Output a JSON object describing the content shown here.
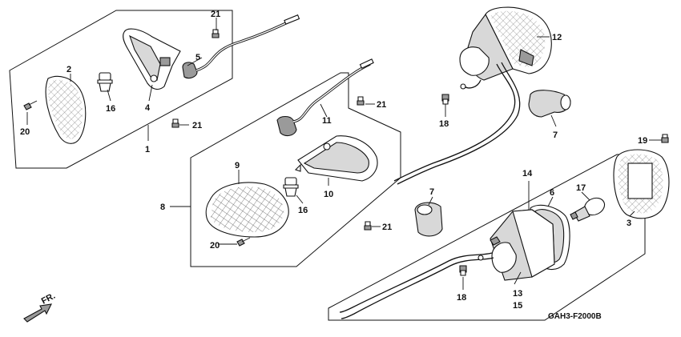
{
  "diagram": {
    "code": "GAH3-F2000B",
    "direction_label": "FR.",
    "callouts": [
      {
        "id": "c1",
        "text": "1"
      },
      {
        "id": "c2",
        "text": "2"
      },
      {
        "id": "c3",
        "text": "3"
      },
      {
        "id": "c4",
        "text": "4"
      },
      {
        "id": "c5",
        "text": "5"
      },
      {
        "id": "c6",
        "text": "6"
      },
      {
        "id": "c7a",
        "text": "7"
      },
      {
        "id": "c7b",
        "text": "7"
      },
      {
        "id": "c8",
        "text": "8"
      },
      {
        "id": "c9",
        "text": "9"
      },
      {
        "id": "c10",
        "text": "10"
      },
      {
        "id": "c11",
        "text": "11"
      },
      {
        "id": "c12",
        "text": "12"
      },
      {
        "id": "c13",
        "text": "13"
      },
      {
        "id": "c14",
        "text": "14"
      },
      {
        "id": "c15",
        "text": "15"
      },
      {
        "id": "c16a",
        "text": "16"
      },
      {
        "id": "c16b",
        "text": "16"
      },
      {
        "id": "c17",
        "text": "17"
      },
      {
        "id": "c18a",
        "text": "18"
      },
      {
        "id": "c18b",
        "text": "18"
      },
      {
        "id": "c19",
        "text": "19"
      },
      {
        "id": "c20a",
        "text": "20"
      },
      {
        "id": "c20b",
        "text": "20"
      },
      {
        "id": "c21a",
        "text": "21"
      },
      {
        "id": "c21b",
        "text": "21"
      },
      {
        "id": "c21c",
        "text": "21"
      },
      {
        "id": "c21d",
        "text": "21"
      }
    ]
  }
}
